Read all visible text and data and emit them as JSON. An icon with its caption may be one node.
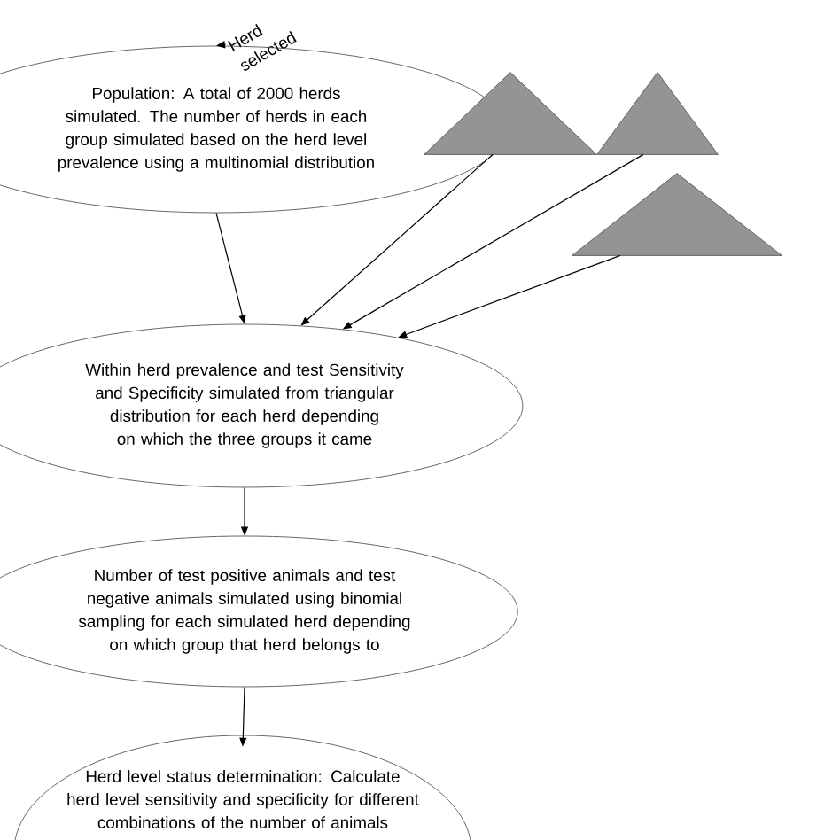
{
  "diagram": {
    "nodes": [
      {
        "text": [
          "Herd selected"
        ]
      },
      {
        "text": [
          "Population: A total of 2000 herds simulated. The number of herds in each group simulated based on the herd level prevalence using a multinomial distribution"
        ]
      },
      {
        "text": [
          "Within herd prevalence and test Sensitivity and Specificity simulated from triangular distribution for each herd depending on which the three groups it came"
        ]
      },
      {
        "text": [
          "Number of test positive animals and test negative animals simulated using binomial sampling for each simulated herd depending on which group that herd belongs to"
        ]
      },
      {
        "text": [
          "Herd level status determination: Calculate herd level sensitivity and specificity for different combinations of the number of animals"
        ]
      },
      {
        "text": [],
        "shape": "triangle"
      },
      {
        "text": [],
        "shape": "triangle"
      },
      {
        "text": [],
        "shape": "triangle"
      }
    ],
    "edges": [
      {
        "from": 0,
        "to": 1,
        "arrow": "to"
      },
      {
        "from": 1,
        "to": 2,
        "arrow": "to"
      },
      {
        "from": 5,
        "to": 2,
        "arrow": "to"
      },
      {
        "from": 6,
        "to": 2,
        "arrow": "to"
      },
      {
        "from": 7,
        "to": 2,
        "arrow": "to"
      },
      {
        "from": 2,
        "to": 3,
        "arrow": "to"
      },
      {
        "from": 3,
        "to": 4,
        "arrow": "to"
      }
    ]
  }
}
